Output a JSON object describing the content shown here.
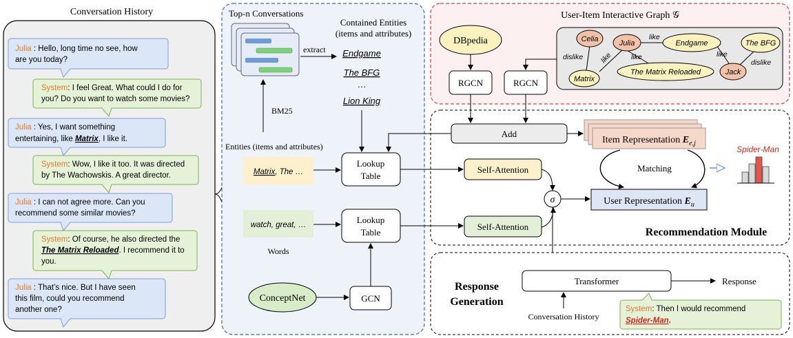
{
  "colors": {
    "julia_bubble": "#dbe6f6",
    "julia_border": "#7f9fd3",
    "system_bubble": "#e6f2d8",
    "system_border": "#7fb050",
    "julia_name": "#e07b2a",
    "entity_red": "#d7261e",
    "yellow_box": "#fdf0cc",
    "green_box": "#e4efd8",
    "blue_box": "#dde6f4",
    "panel_gray": "#efefef",
    "node_orange": "#f4c2a8",
    "node_yellow": "#fbf2c0"
  },
  "conversation": {
    "title": "Conversation History",
    "messages": [
      {
        "speaker": "Julia",
        "lines": [
          "Julia : Hello, long time no see, how",
          "are you today?"
        ]
      },
      {
        "speaker": "System",
        "lines": [
          "System: I  feel Great. What could I do for",
          "you? Do you want to watch some movies?"
        ]
      },
      {
        "speaker": "Julia",
        "lines": [
          "Julia : Yes, I want something",
          "entertaining, like Matrix, I like it."
        ]
      },
      {
        "speaker": "System",
        "lines": [
          "System: Wow, I like it too. It was directed",
          "by The Wachowskis. A great director."
        ]
      },
      {
        "speaker": "Julia",
        "lines": [
          "Julia : I can not agree more. Can you",
          "recommend some similar movies?"
        ]
      },
      {
        "speaker": "System",
        "lines": [
          "System: Of course,  he also directed the",
          "The Matrix Reloaded. I recommend it to",
          "you."
        ]
      },
      {
        "speaker": "Julia",
        "lines": [
          "Julia : That’s nice. But I have seen",
          "this film, could you recommend",
          "another one?"
        ]
      }
    ],
    "name_julia": "Julia",
    "name_system": "System",
    "m3_a": " : Yes, I want something",
    "m3_b": "entertaining, like ",
    "m3_ent": "Matrix",
    "m3_c": ", I like it.",
    "m6_b_ent": "The Matrix Reloaded",
    "m6_b_rest": ". I recommend it to"
  },
  "retrieval": {
    "top_n": "Top-n Conversations",
    "contained_1": "Contained Entities",
    "contained_2": "(items and attributes)",
    "extract": "extract",
    "entities": [
      "Endgame",
      "The BFG",
      "…",
      "Lion King"
    ],
    "bm25": "BM25",
    "entities_label": "Entities (items and attributes)",
    "entity_box": "Matrix, The …",
    "entity_box_a": "Matrix",
    "entity_box_b": ", The …",
    "extract2": "extract",
    "words_box": "watch, great, …",
    "words_label": "Words",
    "lookup_1": "Lookup",
    "lookup_2": "Table",
    "conceptnet": "ConceptNet",
    "gcn": "GCN"
  },
  "graph": {
    "title": "User-Item Interactive Graph 𝒢",
    "dbpedia": "DBpedia",
    "rgcn": "RGCN",
    "nodes": [
      "Celia",
      "Julia",
      "Endgame",
      "The BFG",
      "Matrix",
      "The Matrix Reloaded",
      "Jack"
    ],
    "edges": [
      "like",
      "like",
      "dislike",
      "like",
      "like",
      "dislike"
    ]
  },
  "recommendation": {
    "add": "Add",
    "item_rep": "Item Representation",
    "item_sym": "E",
    "item_sub": "e,j",
    "matching": "Matching",
    "user_rep": "User Representation",
    "user_sym": "E",
    "user_sub": "u",
    "self_attention": "Self-Attention",
    "sigma": "σ",
    "spider_man": "Spider-Man",
    "module_title": "Recommendation Module"
  },
  "response": {
    "title_1": "Response",
    "title_2": "Generation",
    "transformer": "Transformer",
    "response": "Response",
    "conv_history": "Conversation History",
    "system": "System",
    "text": ": Then I would recommend",
    "entity": "Spider-Man",
    "period": "."
  }
}
